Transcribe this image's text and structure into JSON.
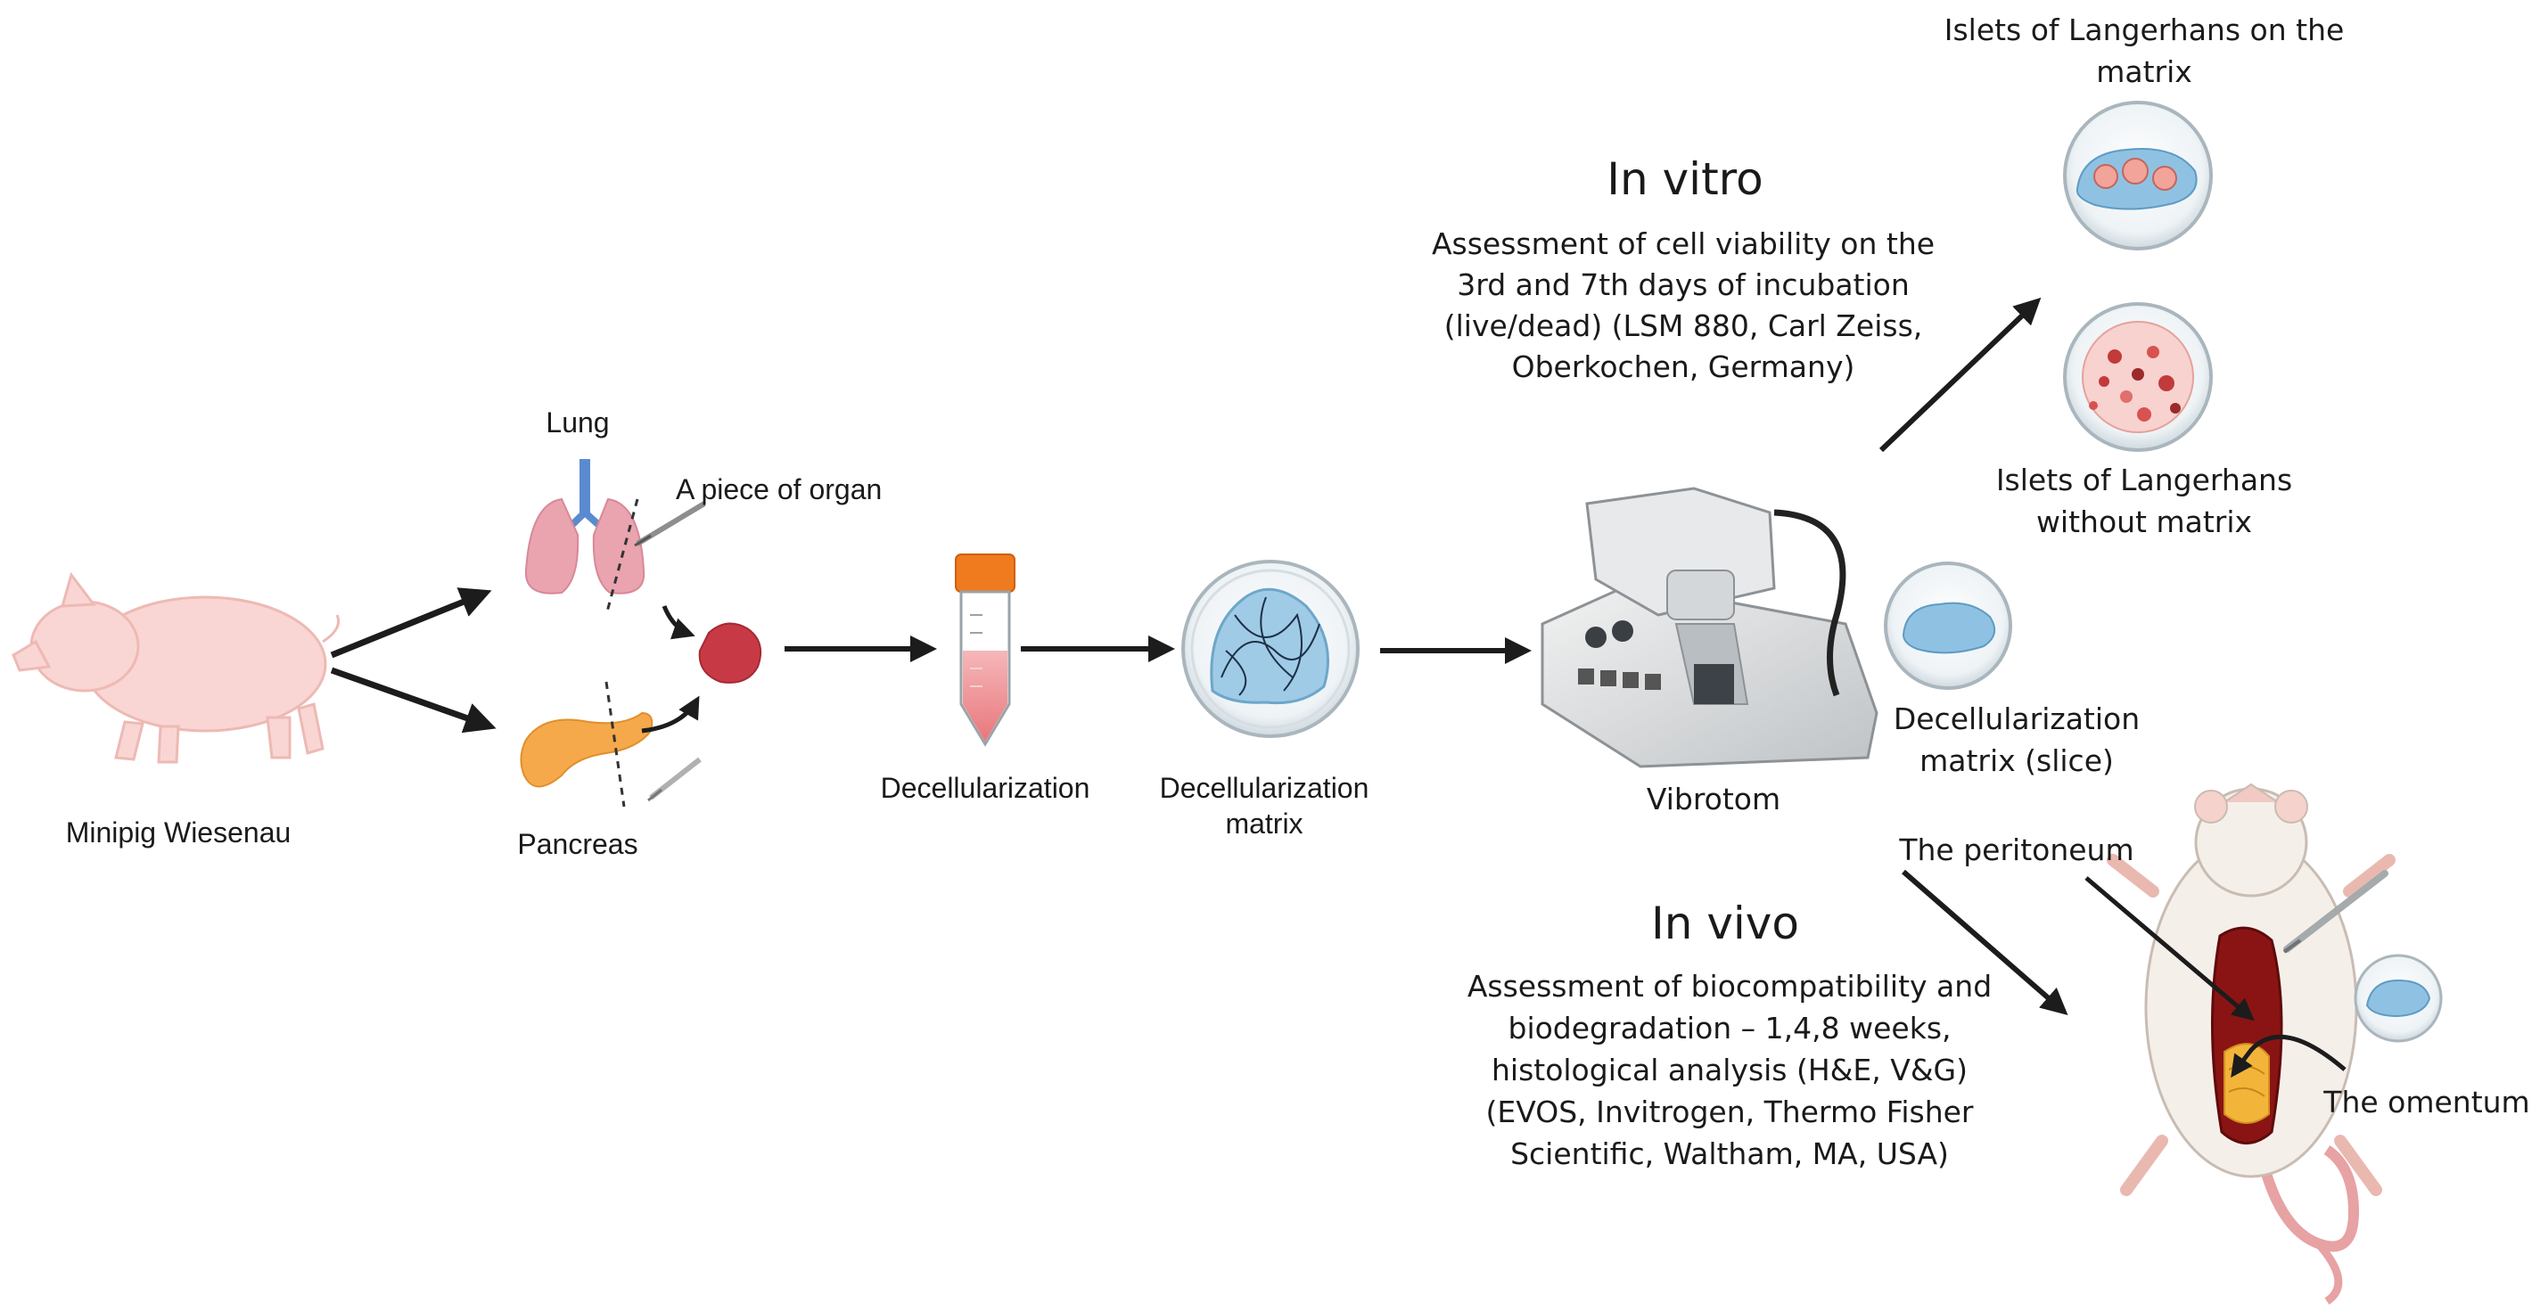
{
  "labels": {
    "pig": "Minipig Wiesenau",
    "lung": "Lung",
    "piece": "A piece of organ",
    "pancreas": "Pancreas",
    "decell": "Decellularization",
    "matrix_l1": "Decellularization",
    "matrix_l2": "matrix",
    "vibrotom": "Vibrotom",
    "slice_l1": "Decellularization",
    "slice_l2": "matrix (slice)",
    "islets_on_l1": "Islets of Langerhans on the",
    "islets_on_l2": "matrix",
    "islets_wo_l1": "Islets of Langerhans",
    "islets_wo_l2": "without matrix",
    "peritoneum": "The peritoneum",
    "omentum": "The omentum"
  },
  "in_vitro": {
    "title": "In vitro",
    "lines": [
      "Assessment of cell viability on the",
      "3rd and 7th days of incubation",
      "(live/dead) (LSM 880, Carl Zeiss,",
      "Oberkochen, Germany)"
    ]
  },
  "in_vivo": {
    "title": "In vivo",
    "lines": [
      "Assessment of biocompatibility and",
      "biodegradation – 1,4,8 weeks,",
      "histological analysis (H&E, V&G)",
      "(EVOS, Invitrogen, Thermo Fisher",
      "Scientific, Waltham, MA, USA)"
    ]
  },
  "colors": {
    "pig": "#f9d6d3",
    "lung": "#e9a4b0",
    "pancreas": "#f5a94a",
    "tissue": "#c73a45",
    "tube_cap": "#f07a1e",
    "matrix_blue": "#9fcbe6",
    "arrow": "#1c1c1c"
  }
}
